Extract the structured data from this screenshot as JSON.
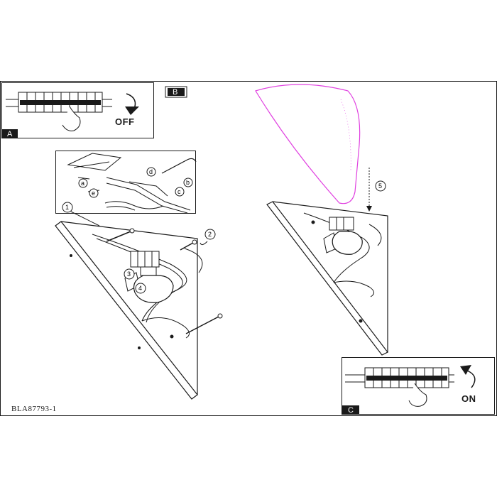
{
  "panels": {
    "a": {
      "tag": "A",
      "switch_label": "OFF"
    },
    "b": {
      "tag": "B"
    },
    "c": {
      "tag": "C",
      "switch_label": "ON"
    }
  },
  "steps": {
    "one": "1",
    "two": "2",
    "three": "3",
    "four": "4",
    "five": "5"
  },
  "detail_letters": {
    "a": "a",
    "b": "b",
    "c": "c",
    "d": "d",
    "e": "e"
  },
  "product_code": "BLA87793-1",
  "colors": {
    "line": "#1a1a1a",
    "shade_outline": "#e040e0",
    "tag_fill": "#1a1a1a"
  }
}
